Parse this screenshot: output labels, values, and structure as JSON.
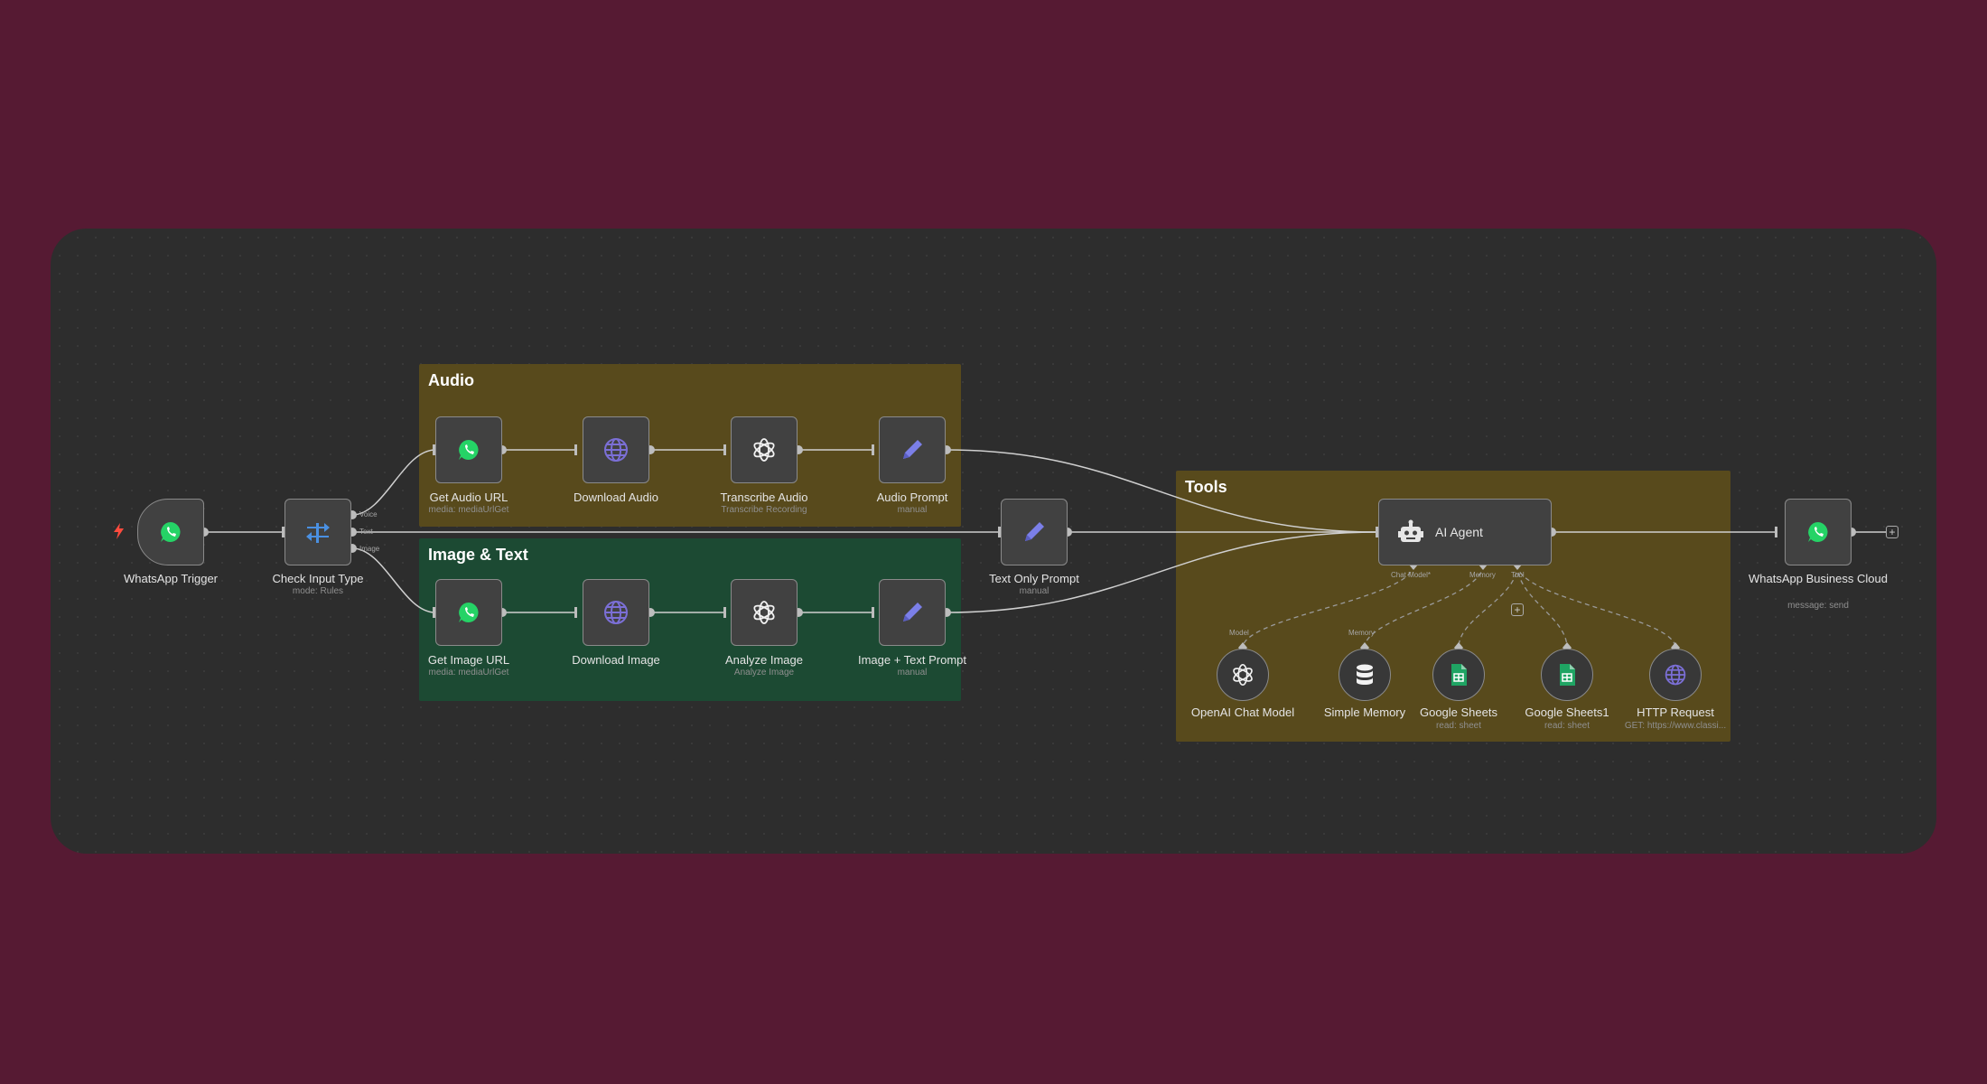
{
  "groups": {
    "audio": "Audio",
    "image_text": "Image & Text",
    "tools": "Tools"
  },
  "nodes": {
    "whatsapp_trigger": {
      "label": "WhatsApp Trigger",
      "icon": "whatsapp-icon"
    },
    "check_input": {
      "label": "Check Input Type",
      "sub": "mode: Rules",
      "icon": "switch-icon",
      "outputs": [
        "Voice",
        "Text",
        "Image"
      ]
    },
    "get_audio_url": {
      "label": "Get Audio URL",
      "sub": "media: mediaUrlGet",
      "icon": "whatsapp-icon"
    },
    "download_audio": {
      "label": "Download Audio",
      "icon": "globe-icon"
    },
    "transcribe_audio": {
      "label": "Transcribe Audio",
      "sub": "Transcribe Recording",
      "icon": "openai-icon"
    },
    "audio_prompt": {
      "label": "Audio Prompt",
      "sub": "manual",
      "icon": "pencil-icon"
    },
    "get_image_url": {
      "label": "Get Image URL",
      "sub": "media: mediaUrlGet",
      "icon": "whatsapp-icon"
    },
    "download_image": {
      "label": "Download Image",
      "icon": "globe-icon"
    },
    "analyze_image": {
      "label": "Analyze Image",
      "sub": "Analyze Image",
      "icon": "openai-icon"
    },
    "image_text_prompt": {
      "label": "Image + Text Prompt",
      "sub": "manual",
      "icon": "pencil-icon"
    },
    "text_only_prompt": {
      "label": "Text Only Prompt",
      "sub": "manual",
      "icon": "pencil-icon"
    },
    "ai_agent": {
      "label": "AI Agent",
      "icon": "robot-icon",
      "ports": [
        "Chat Model*",
        "Memory",
        "Tool"
      ]
    },
    "openai_chat_model": {
      "label": "OpenAI Chat Model",
      "icon": "openai-icon",
      "port": "Model"
    },
    "simple_memory": {
      "label": "Simple Memory",
      "icon": "database-icon",
      "port": "Memory"
    },
    "google_sheets": {
      "label": "Google Sheets",
      "sub": "read: sheet",
      "icon": "sheets-icon"
    },
    "google_sheets1": {
      "label": "Google Sheets1",
      "sub": "read: sheet",
      "icon": "sheets-icon"
    },
    "http_request": {
      "label": "HTTP Request",
      "sub": "GET: https://www.classi...",
      "icon": "globe-icon"
    },
    "whatsapp_business": {
      "label": "WhatsApp Business Cloud",
      "sub": "message: send",
      "icon": "whatsapp-icon"
    }
  },
  "colors": {
    "background": "#561a33",
    "canvas": "#2d2d2d",
    "audio_group": "#584a1c",
    "image_group": "#1c4a33",
    "tools_group": "#584a1c",
    "whatsapp": "#25d366",
    "switch": "#4a90e2",
    "pencil": "#7b7fe8",
    "globe": "#7b6fd6",
    "sheets": "#1fa463",
    "trigger_bolt": "#ff4b3e"
  }
}
